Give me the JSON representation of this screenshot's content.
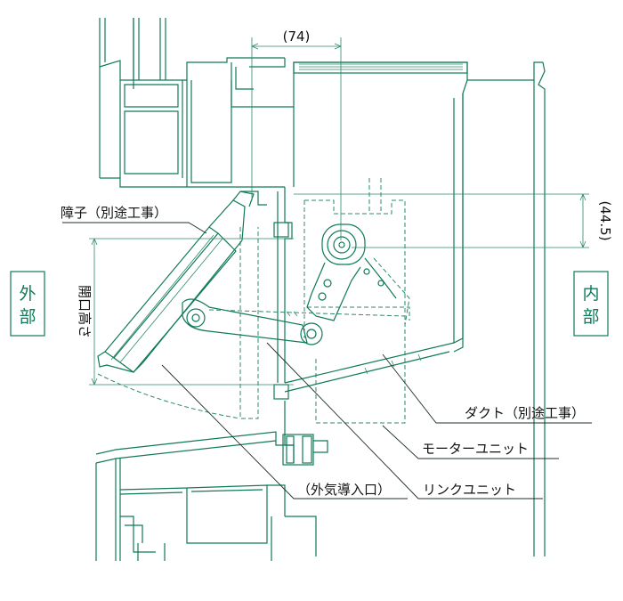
{
  "labels": {
    "dim_74": "(74)",
    "dim_44_5": "(44.5)",
    "louver": "障子（別途工事）",
    "opening_height": "開口高さ",
    "duct": "ダクト（別途工事）",
    "motor_unit": "モーターユニット",
    "link_unit": "リンクユニット",
    "air_intake": "（外気導入口）"
  },
  "sides": {
    "outside_chars": [
      "外",
      "部"
    ],
    "inside_chars": [
      "内",
      "部"
    ]
  },
  "colors": {
    "line": "#0f7a5a",
    "text": "#111111"
  }
}
